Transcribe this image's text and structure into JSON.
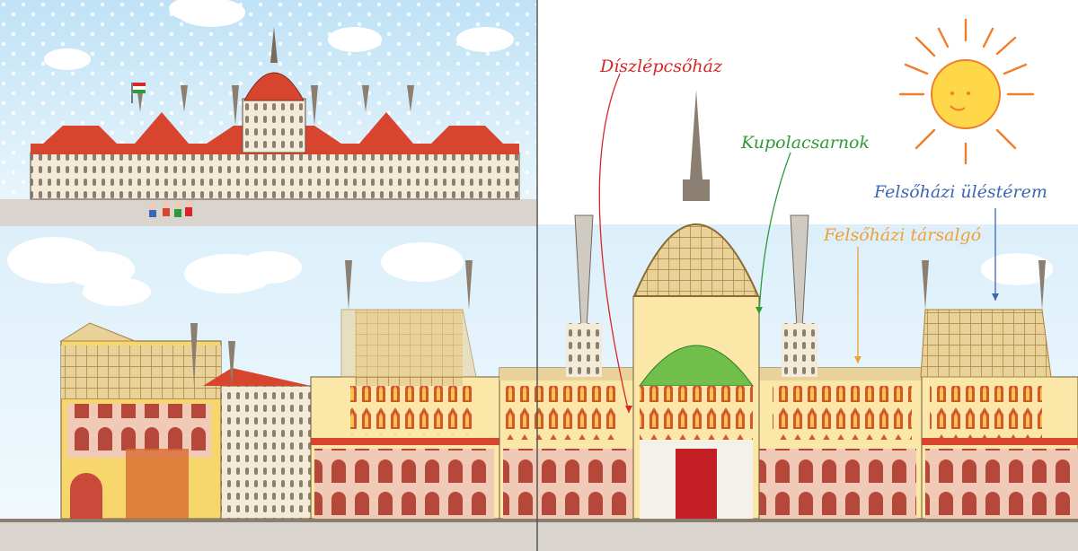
{
  "colors": {
    "sky_top": "#cfe9f8",
    "sky_bottom": "#eaf6fc",
    "roof_red": "#d8452e",
    "dome_gold": "#c9a85c",
    "stone": "#f3ead8",
    "ground": "#d9d4cd",
    "sun": "#ffd84a",
    "rays": "#ef7d2a",
    "gutter": "#555555"
  },
  "labels": {
    "staircase": {
      "text": "Díszlépcsőház",
      "color": "#d6262a"
    },
    "dome_hall": {
      "text": "Kupolacsarnok",
      "color": "#2e9b3b"
    },
    "upper_house_chamber": {
      "text": "Felsőházi üléstérem",
      "color": "#3b67b3"
    },
    "upper_house_lounge": {
      "text": "Felsőházi társalgó",
      "color": "#f0a033"
    }
  },
  "icons": [
    "sun-icon",
    "flag-icon",
    "cloud-icon"
  ]
}
